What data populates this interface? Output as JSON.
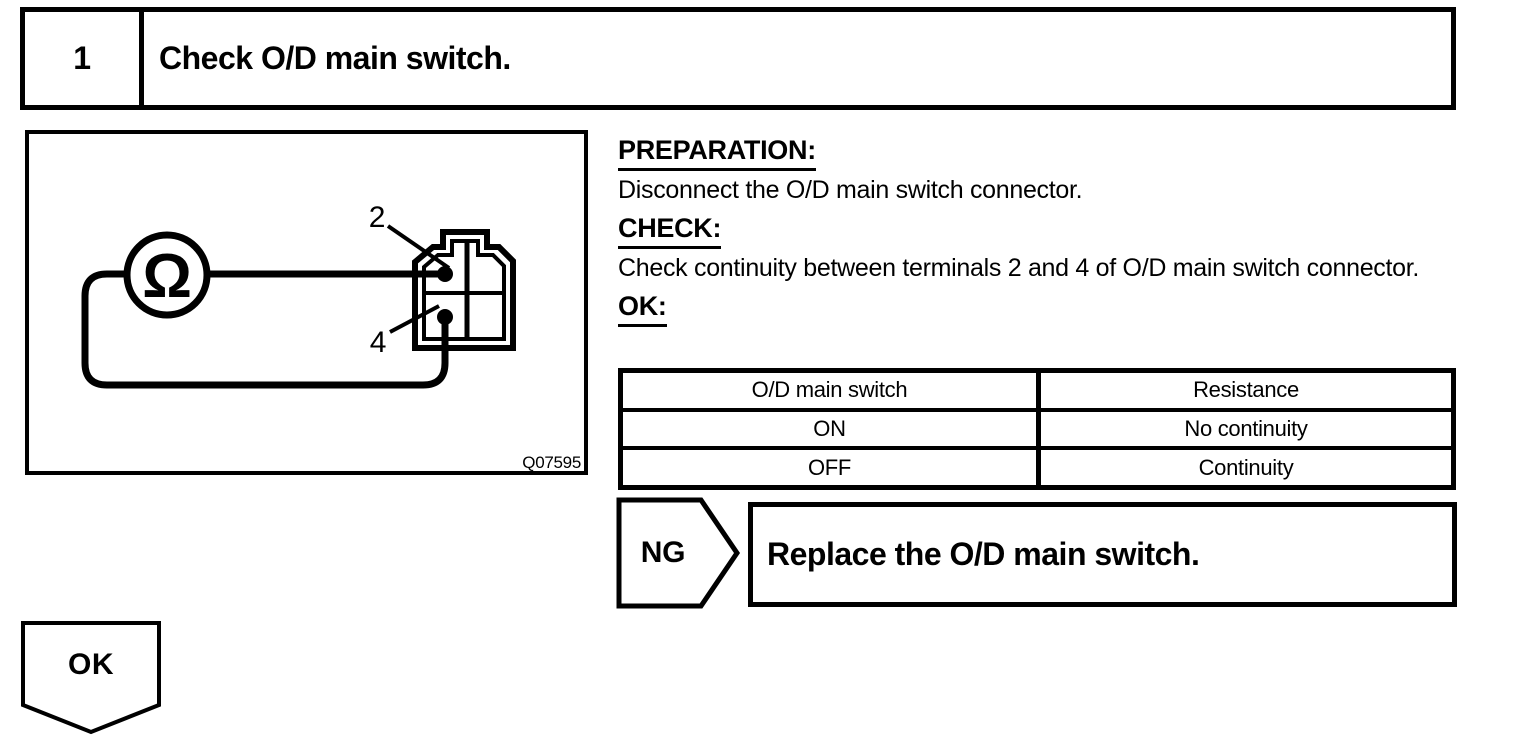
{
  "step": {
    "number": "1",
    "title": "Check O/D main switch."
  },
  "diagram": {
    "ohm_symbol": "Ω",
    "terminal_top_label": "2",
    "terminal_bottom_label": "4",
    "figure_code": "Q07595"
  },
  "instructions": {
    "preparation_heading": "PREPARATION:",
    "preparation_text": "Disconnect the O/D main switch connector.",
    "check_heading": "CHECK:",
    "check_text": "Check continuity between terminals 2 and 4 of O/D main switch connector.",
    "ok_heading": "OK:"
  },
  "result_table": {
    "columns": [
      "O/D main switch",
      "Resistance"
    ],
    "rows": [
      [
        "ON",
        "No continuity"
      ],
      [
        "OFF",
        "Continuity"
      ]
    ]
  },
  "ng_branch": {
    "label": "NG",
    "action": "Replace the O/D main switch."
  },
  "ok_branch": {
    "label": "OK"
  },
  "colors": {
    "ink": "#000000",
    "paper": "#ffffff"
  }
}
